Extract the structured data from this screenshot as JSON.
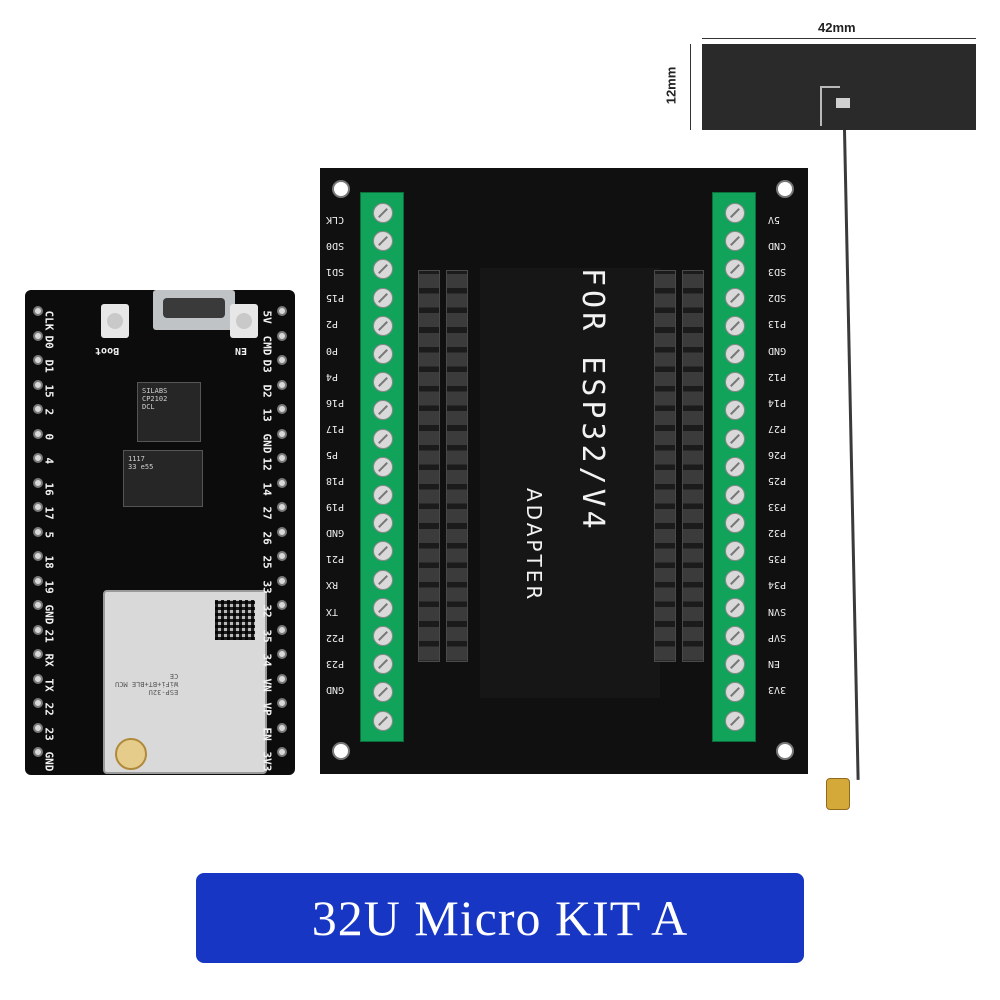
{
  "antenna": {
    "width_label": "42mm",
    "height_label": "12mm"
  },
  "devboard": {
    "top_labels_left": [
      "CLK",
      "D0",
      "D1",
      "15",
      "2",
      "0",
      "4",
      "16",
      "17",
      "5",
      "18",
      "19",
      "GND",
      "21",
      "RX",
      "TX",
      "22",
      "23",
      "GND"
    ],
    "top_labels_right": [
      "5V",
      "CMD",
      "D3",
      "D2",
      "13",
      "GND",
      "12",
      "14",
      "27",
      "26",
      "25",
      "33",
      "32",
      "35",
      "34",
      "VN",
      "VP",
      "EN",
      "3V3"
    ],
    "boot_label": "Boot",
    "en_label": "EN",
    "regulator_text": "1117\n33 e55",
    "usb_chip_text": "SILABS\nCP2102\nDCL",
    "module_text": "ESP-32U\nWiFi+BT+BLE MCU\nCE",
    "module_brand": "ESP-32U"
  },
  "adapter": {
    "title": "FOR ESP32/V4",
    "subtitle": "ADAPTER",
    "left_pins": [
      "CLK",
      "SD0",
      "SD1",
      "P15",
      "P2",
      "P0",
      "P4",
      "P16",
      "P17",
      "P5",
      "P18",
      "P19",
      "GND",
      "P21",
      "RX",
      "TX",
      "P22",
      "P23",
      "GND"
    ],
    "right_pins": [
      "5V",
      "CND",
      "SD3",
      "SD2",
      "P13",
      "GND",
      "P12",
      "P14",
      "P27",
      "P26",
      "P25",
      "P33",
      "P32",
      "P35",
      "P34",
      "SVN",
      "SVP",
      "EN",
      "3V3"
    ]
  },
  "caption": {
    "text": "32U Micro KIT A",
    "background_color": "#1736c4",
    "text_color": "#ffffff"
  },
  "colors": {
    "terminal_green": "#11a35a",
    "board_black": "#101010"
  }
}
